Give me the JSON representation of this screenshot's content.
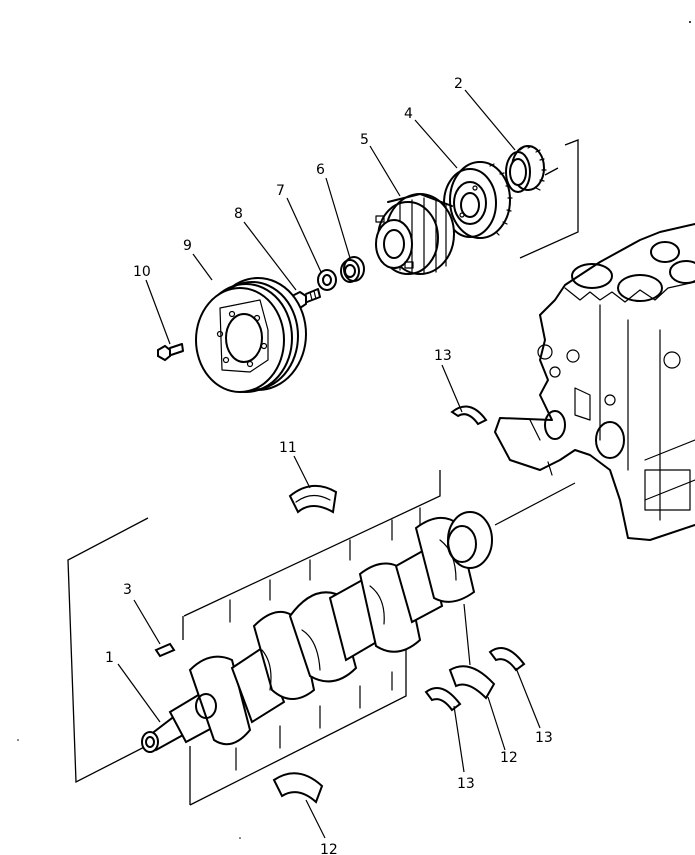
{
  "title": "",
  "callouts": {
    "c1": "1",
    "c2": "2",
    "c3": "3",
    "c4": "4",
    "c5": "5",
    "c6": "6",
    "c7": "7",
    "c8": "8",
    "c9": "9",
    "c10": "10",
    "c11": "11",
    "c12a": "12",
    "c12b": "12",
    "c13a": "13",
    "c13b": "13",
    "c13c": "13"
  },
  "parts": [
    {
      "ref": "1",
      "depicts": "crankshaft"
    },
    {
      "ref": "2",
      "depicts": "sleeve"
    },
    {
      "ref": "3",
      "depicts": "key"
    },
    {
      "ref": "4",
      "depicts": "gear"
    },
    {
      "ref": "5",
      "depicts": "gear"
    },
    {
      "ref": "6",
      "depicts": "spacer"
    },
    {
      "ref": "7",
      "depicts": "washer"
    },
    {
      "ref": "8",
      "depicts": "bolt"
    },
    {
      "ref": "9",
      "depicts": "pulley"
    },
    {
      "ref": "10",
      "depicts": "bolt"
    },
    {
      "ref": "11",
      "depicts": "bearing shell"
    },
    {
      "ref": "12",
      "depicts": "bearing shell"
    },
    {
      "ref": "13",
      "depicts": "thrust washer"
    }
  ]
}
